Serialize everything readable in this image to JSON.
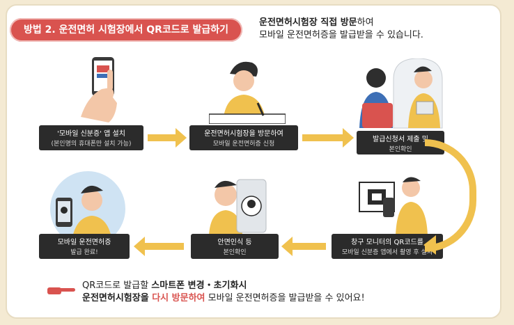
{
  "title": "방법 2. 운전면허 시험장에서 QR코드로 발급하기",
  "intro": {
    "line1_bold": "운전면허시험장 직접 방문",
    "line1_rest": "하여",
    "line2": "모바일 운전면허증을 발급받을 수 있습니다."
  },
  "steps": [
    {
      "main": "'모바일 신분증' 앱 설치",
      "sub": "(본인명의 휴대폰만 설치 가능)"
    },
    {
      "main": "운전면허시험장을 방문하여",
      "sub": "모바일 운전면허증 신청"
    },
    {
      "main": "발급신청서 제출 및",
      "sub": "본인확인"
    },
    {
      "main": "창구 모니터의 QR코드를",
      "sub": "모바일 신분증 앱에서 촬영 후 설치"
    },
    {
      "main": "안면인식 등",
      "sub": "본인확인"
    },
    {
      "main": "모바일 운전면허증",
      "sub": "발급 완료!"
    }
  ],
  "note": {
    "p1": "QR코드로 발급할 ",
    "p2_bold": "스마트폰 변경・초기화시",
    "p3_bold": "운전면허시험장을 ",
    "p4_red": "다시 방문하여",
    "p5": " 모바일 운전면허증을 발급받을 수 있어요!"
  },
  "colors": {
    "accent": "#d9534f",
    "arrow": "#f0c14e",
    "box": "#2b2b2b",
    "bg": "#f4ead3"
  }
}
